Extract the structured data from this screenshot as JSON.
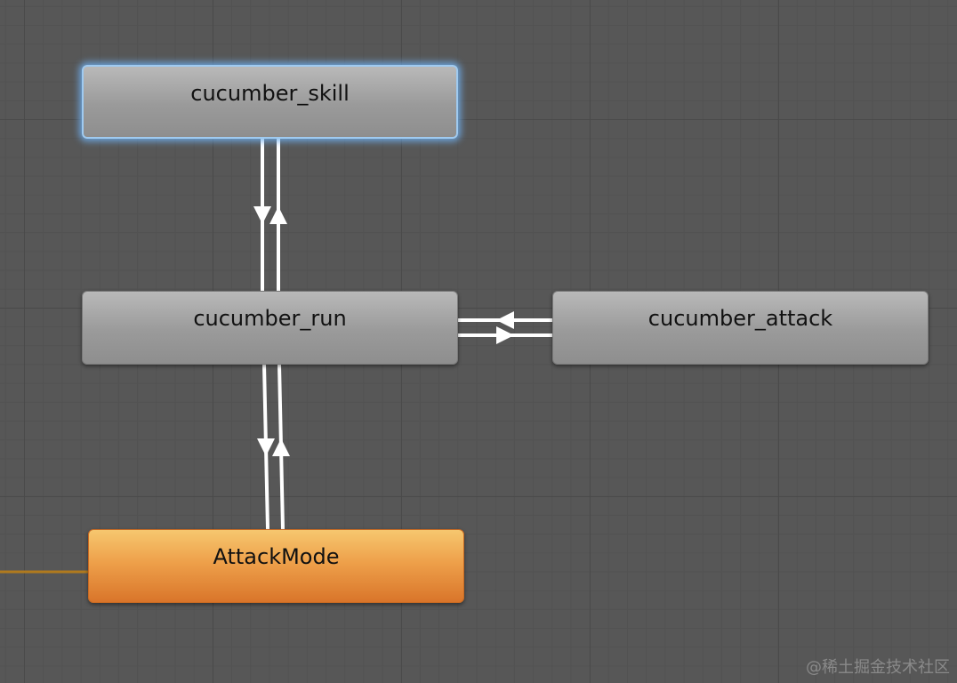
{
  "nodes": {
    "skill": {
      "label": "cucumber_skill",
      "selected": true
    },
    "run": {
      "label": "cucumber_run"
    },
    "attack": {
      "label": "cucumber_attack"
    },
    "mode": {
      "label": "AttackMode",
      "color": "#ee9a45"
    }
  },
  "transitions": [
    {
      "from": "cucumber_skill",
      "to": "cucumber_run"
    },
    {
      "from": "cucumber_run",
      "to": "cucumber_skill"
    },
    {
      "from": "cucumber_attack",
      "to": "cucumber_run"
    },
    {
      "from": "cucumber_run",
      "to": "cucumber_attack"
    },
    {
      "from": "cucumber_run",
      "to": "AttackMode"
    },
    {
      "from": "AttackMode",
      "to": "cucumber_run"
    }
  ],
  "colors": {
    "background": "#575757",
    "grid": "#4a4a4a",
    "selection_glow": "#6eaff0",
    "transition": "#ffffff",
    "entry_line": "#b07a1e"
  },
  "watermark": "@稀土掘金技术社区"
}
